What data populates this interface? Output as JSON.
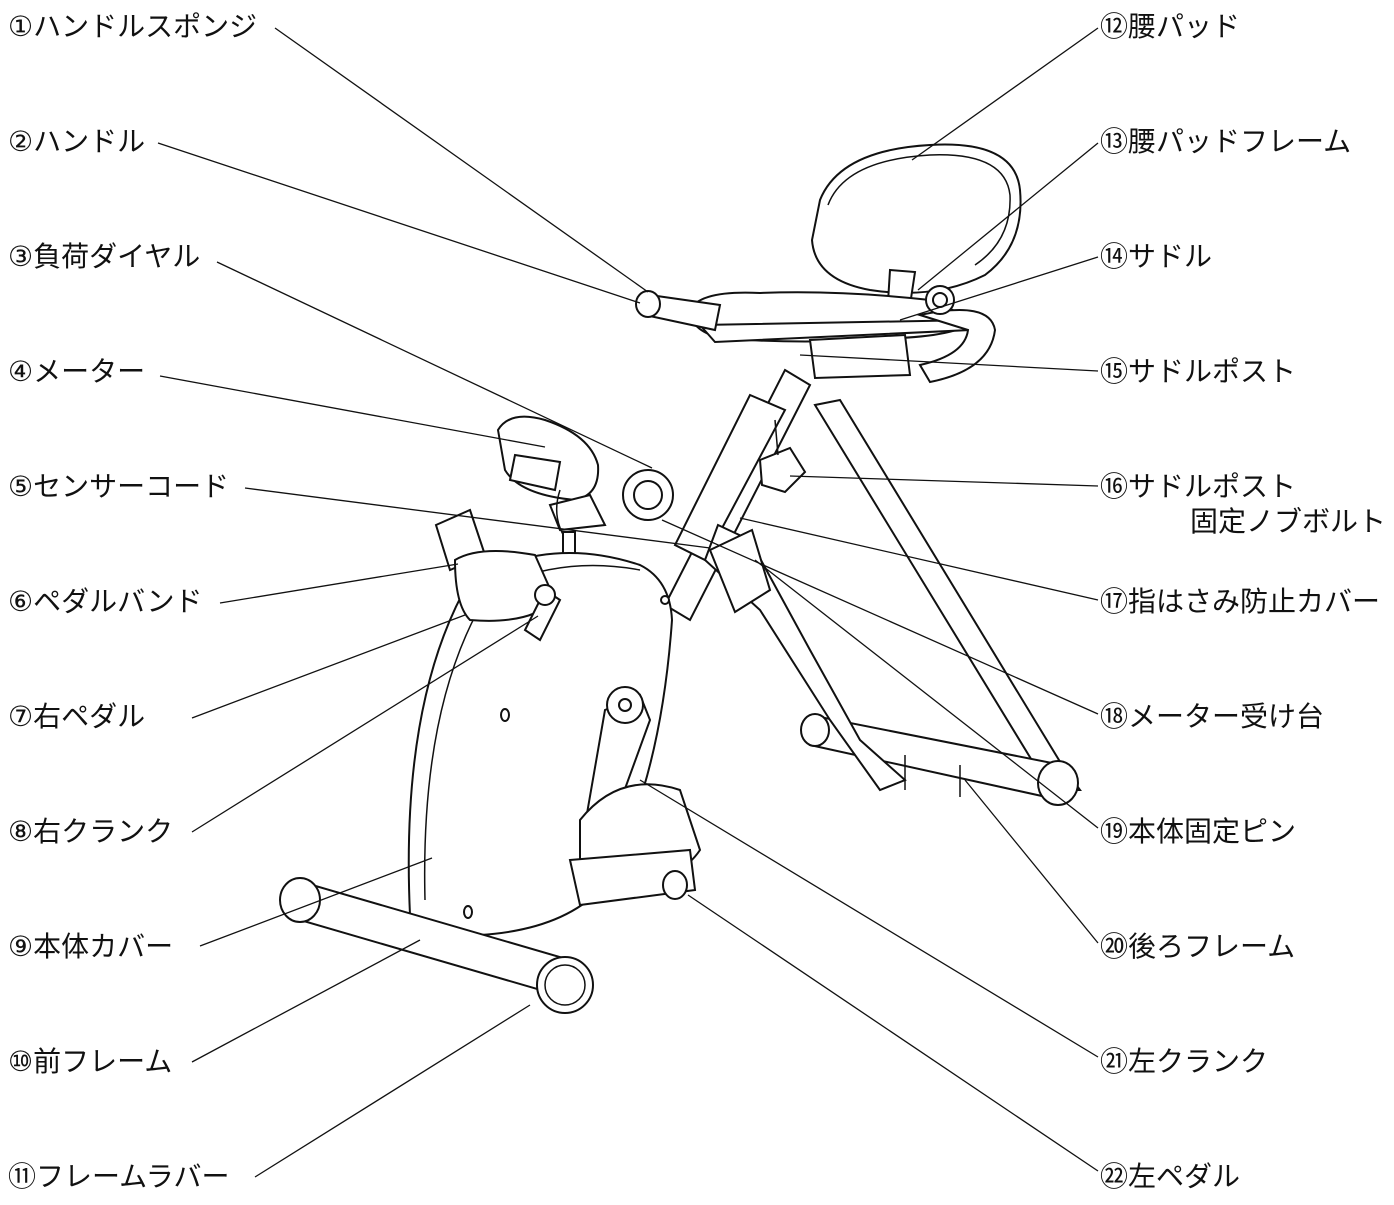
{
  "labels_left": [
    {
      "num": "①",
      "text": "ハンドルスポンジ"
    },
    {
      "num": "②",
      "text": "ハンドル"
    },
    {
      "num": "③",
      "text": "負荷ダイヤル"
    },
    {
      "num": "④",
      "text": "メーター"
    },
    {
      "num": "⑤",
      "text": "センサーコード"
    },
    {
      "num": "⑥",
      "text": "ペダルバンド"
    },
    {
      "num": "⑦",
      "text": "右ペダル"
    },
    {
      "num": "⑧",
      "text": "右クランク"
    },
    {
      "num": "⑨",
      "text": "本体カバー"
    },
    {
      "num": "⑩",
      "text": "前フレーム"
    },
    {
      "num": "⑪",
      "text": "フレームラバー"
    }
  ],
  "labels_right": [
    {
      "num": "⑫",
      "text": "腰パッド"
    },
    {
      "num": "⑬",
      "text": "腰パッドフレーム"
    },
    {
      "num": "⑭",
      "text": "サドル"
    },
    {
      "num": "⑮",
      "text": "サドルポスト"
    },
    {
      "num": "⑯",
      "text": "サドルポスト",
      "text2": "固定ノブボルト"
    },
    {
      "num": "⑰",
      "text": "指はさみ防止カバー"
    },
    {
      "num": "⑱",
      "text": "メーター受け台"
    },
    {
      "num": "⑲",
      "text": "本体固定ピン"
    },
    {
      "num": "⑳",
      "text": "後ろフレーム"
    },
    {
      "num": "㉑",
      "text": "左クランク"
    },
    {
      "num": "㉒",
      "text": "左ペダル"
    }
  ]
}
